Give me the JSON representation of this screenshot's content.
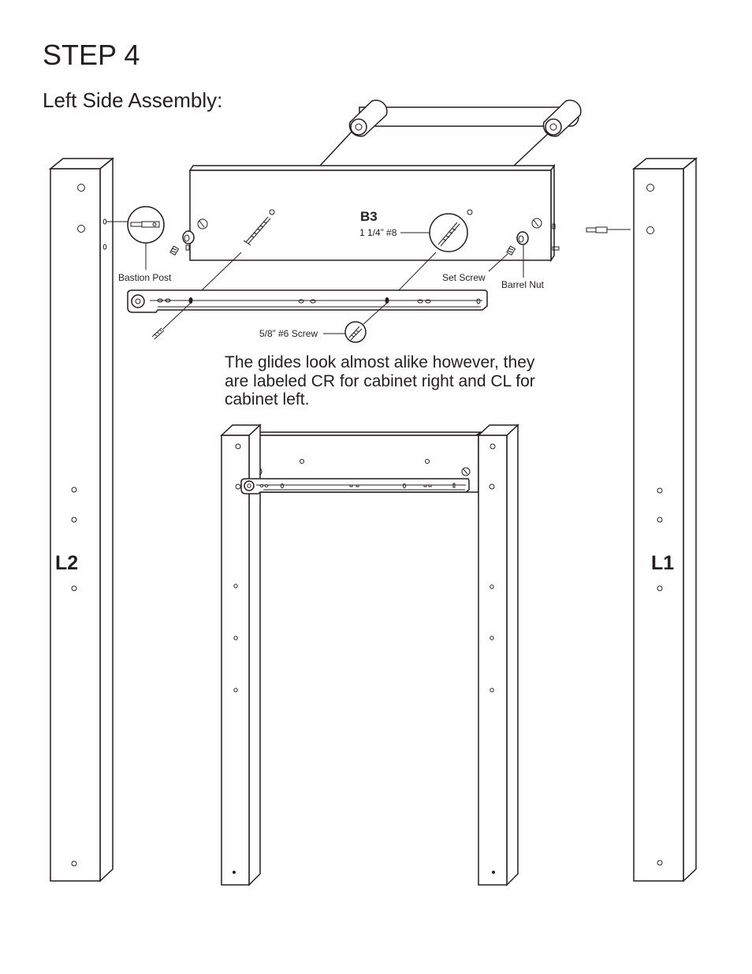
{
  "step_title": "STEP 4",
  "subtitle": "Left Side Assembly:",
  "note": "The glides look almost alike however, they are labeled CR for cabinet right and CL for cabinet left.",
  "parts": {
    "left_leg": "L2",
    "right_leg": "L1",
    "back_panel": "B3"
  },
  "callouts": {
    "screw_long": "1 1/4” #8",
    "bastion_post": "Bastion Post",
    "set_screw": "Set Screw",
    "barrel_nut": "Barrel Nut",
    "screw_short": "5/8” #6 Screw"
  },
  "icons": [
    "bastion-post-icon",
    "barrel-nut-icon",
    "set-screw-icon",
    "wood-screw-icon",
    "drawer-glide-icon",
    "handle-bar-icon"
  ]
}
